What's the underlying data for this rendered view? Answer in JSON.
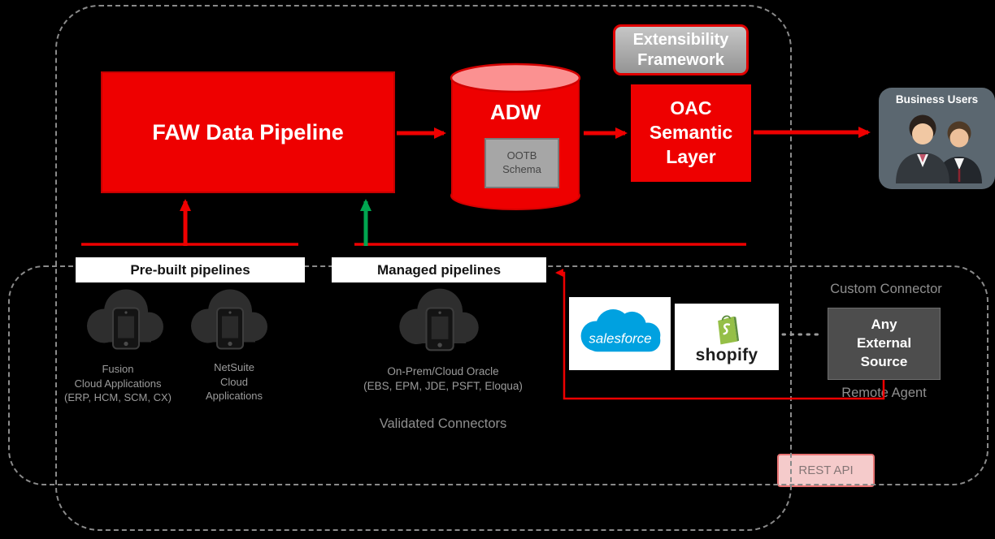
{
  "diagram": {
    "faw": {
      "label": "FAW Data Pipeline"
    },
    "adw": {
      "label": "ADW",
      "schema_label": "OOTB\nSchema"
    },
    "extensibility": {
      "label": "Extensibility\nFramework"
    },
    "oac": {
      "label": "OAC\nSemantic\nLayer"
    },
    "business_users": {
      "label": "Business Users"
    },
    "pipelines": {
      "prebuilt": "Pre-built pipelines",
      "managed": "Managed pipelines"
    },
    "sources": {
      "fusion": "Fusion\nCloud Applications\n(ERP, HCM, SCM, CX)",
      "netsuite": "NetSuite\nCloud\nApplications",
      "onprem": "On-Prem/Cloud Oracle\n(EBS, EPM, JDE, PSFT, Eloqua)",
      "validated": "Validated Connectors"
    },
    "logos": {
      "salesforce": "salesforce",
      "shopify": "shopify"
    },
    "custom": {
      "connector_label": "Custom Connector",
      "any_external_source": "Any\nExternal\nSource",
      "remote_agent": "Remote Agent",
      "rest_api": "REST API"
    },
    "icons": {
      "cloud_app": "cloud-with-device-icon",
      "database": "database-cylinder-icon",
      "users": "business-users-icon",
      "salesforce": "salesforce-cloud-icon",
      "shopify": "shopify-bag-icon"
    },
    "colors": {
      "red": "#EE0000",
      "green_arrow": "#00A550",
      "salesforce_blue": "#00A1E0",
      "shopify_green": "#95BF47",
      "rest_pink": "#F5CBCC",
      "dark_source_box": "#4D4D4D",
      "users_slate": "#5B6770",
      "dashed_border_gray": "#8A8A8A"
    }
  }
}
